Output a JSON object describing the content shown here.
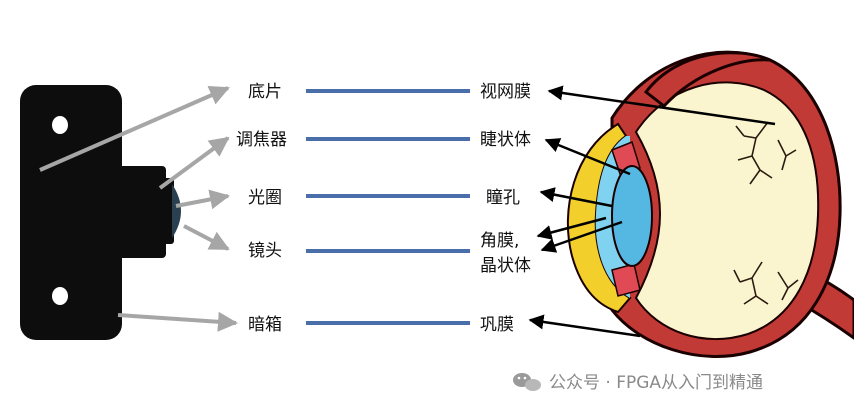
{
  "camera_labels": [
    "底片",
    "调焦器",
    "光圈",
    "镜头",
    "暗箱"
  ],
  "eye_labels": [
    "视网膜",
    "睫状体",
    "瞳孔",
    "角膜,",
    "晶状体",
    "巩膜"
  ],
  "watermark": "公众号 · FPGA从入门到精通",
  "colors": {
    "connector": "#4a6ea9",
    "arrow_gray": "#a6a6a6",
    "camera_body": "#0d0d0d",
    "sclera_red": "#c23a36",
    "eye_fill": "#fbf5cf",
    "iris_blue": "#55b8e3",
    "cornea_yellow": "#f2cf2a"
  }
}
